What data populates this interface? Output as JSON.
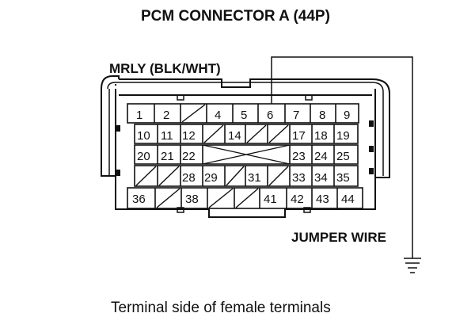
{
  "diagram": {
    "title": "PCM CONNECTOR A (44P)",
    "wire_label": "MRLY (BLK/WHT)",
    "jumper_label": "JUMPER WIRE",
    "caption": "Terminal side of female terminals",
    "terminals": [
      {
        "label": "1"
      },
      {
        "label": "2"
      },
      {
        "label": "4"
      },
      {
        "label": "5"
      },
      {
        "label": "6"
      },
      {
        "label": "7"
      },
      {
        "label": "8"
      },
      {
        "label": "9"
      },
      {
        "label": "10"
      },
      {
        "label": "11"
      },
      {
        "label": "12"
      },
      {
        "label": "14"
      },
      {
        "label": "17"
      },
      {
        "label": "18"
      },
      {
        "label": "19"
      },
      {
        "label": "20"
      },
      {
        "label": "21"
      },
      {
        "label": "22"
      },
      {
        "label": "23"
      },
      {
        "label": "24"
      },
      {
        "label": "25"
      },
      {
        "label": "28"
      },
      {
        "label": "29"
      },
      {
        "label": "31"
      },
      {
        "label": "33"
      },
      {
        "label": "34"
      },
      {
        "label": "35"
      },
      {
        "label": "36"
      },
      {
        "label": "38"
      },
      {
        "label": "41"
      },
      {
        "label": "42"
      },
      {
        "label": "43"
      },
      {
        "label": "44"
      }
    ]
  }
}
